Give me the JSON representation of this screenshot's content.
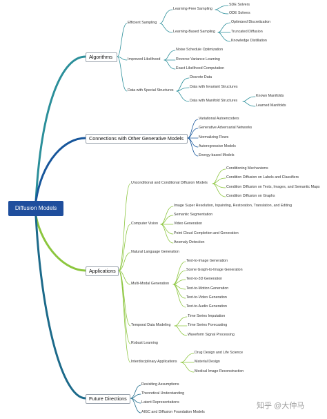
{
  "root": "Diffusion Models",
  "algorithms": {
    "label": "Algorithms",
    "efficient_sampling": {
      "label": "Efficient Sampling",
      "learning_free": {
        "label": "Learning-Free Sampling",
        "items": [
          "SDE Solvers",
          "ODE Solvers"
        ]
      },
      "learning_based": {
        "label": "Learning-Based Sampling",
        "items": [
          "Optimized Discretization",
          "Truncated Diffusion",
          "Knowledge Distillation"
        ]
      }
    },
    "improved_likelihood": {
      "label": "Improved Likelihood",
      "items": [
        "Noise Schedule Optimization",
        "Reverse Variance Learning",
        "Exact Likelihood Computation"
      ]
    },
    "special_structures": {
      "label": "Data with Special Structures",
      "items": [
        "Discrete Data",
        "Data with Invariant Structures",
        "Data with Manifold Structures"
      ],
      "manifold": [
        "Known Manifolds",
        "Learned Manifolds"
      ]
    }
  },
  "connections": {
    "label": "Connections with Other Generative Models",
    "items": [
      "Variational Autoencoders",
      "Generative Adversarial Networks",
      "Normalizing Flows",
      "Autoregressive Models",
      "Energy-based Models"
    ]
  },
  "applications": {
    "label": "Applications",
    "unconditional": {
      "label": "Unconditional and Conditional Diffusion Models",
      "items": [
        "Conditioning Mechanisms",
        "Condition Diffusion on Labels and Classifiers",
        "Condition Diffusion on Texts, Images, and Semantic Maps",
        "Condition Diffusion on Graphs"
      ]
    },
    "computer_vision": {
      "label": "Computer Vision",
      "items": [
        "Image Super Resolution, Inpainting, Restoration, Translation, and Editing",
        "Semantic Segmentation",
        "Video Generation",
        "Point Cloud Completion and Generation",
        "Anomaly Detection"
      ]
    },
    "nlg": {
      "label": "Natural Language Generation"
    },
    "multimodal": {
      "label": "Multi-Modal Generation",
      "items": [
        "Text-to-Image Generation",
        "Scene Graph-to-Image Generation",
        "Text-to-3D Generation",
        "Text-to-Motion Generation",
        "Text-to-Video Generation",
        "Text-to-Audio Generation"
      ]
    },
    "temporal": {
      "label": "Temporal Data Modeling",
      "items": [
        "Time Series Imputation",
        "Time Series Forecasting",
        "Waveform Signal Processing"
      ]
    },
    "robust": {
      "label": "Robust Learning"
    },
    "interdisciplinary": {
      "label": "Interdisciplinary Applications",
      "items": [
        "Drug Design and Life Science",
        "Material Design",
        "Medical Image Reconstruction"
      ]
    }
  },
  "future": {
    "label": "Future Directions",
    "items": [
      "Revisiting Assumptions",
      "Theoretical Understanding",
      "Latent Representations",
      "AIGC and Diffusion Foundation Models"
    ]
  },
  "watermark": "知乎 @大仲马",
  "colors": {
    "root": "#1f4e9d",
    "branch1": "#2b8f9a",
    "branch2": "#17569b",
    "branch3": "#8cc63e",
    "branch4": "#1c6a8a",
    "thin": "#7aa9b3"
  }
}
